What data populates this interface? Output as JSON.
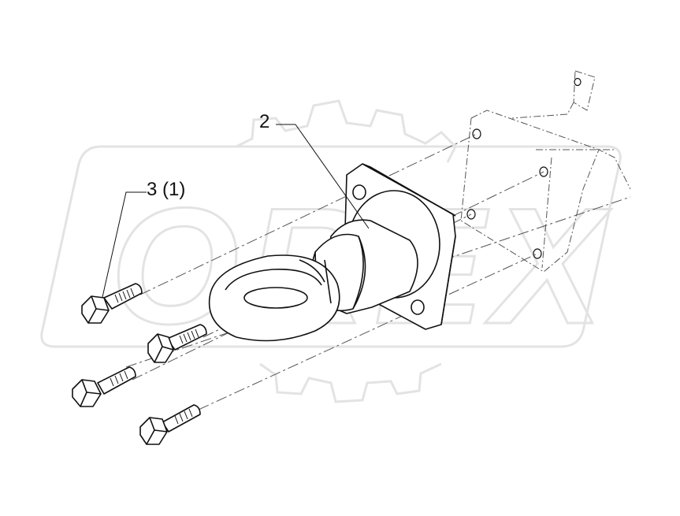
{
  "watermark": {
    "text": "OREX",
    "color": "#e6e6e6"
  },
  "colors": {
    "line": "#111111",
    "dash": "#555555",
    "watermark": "#e6e6e6"
  },
  "callouts": {
    "part_2": "2",
    "part_3": "3 (1)"
  },
  "parts": [
    {
      "icon": "tow-eye-flange-icon",
      "callout": "2"
    },
    {
      "icon": "bolt-icon",
      "callout": "3 (1)"
    }
  ]
}
